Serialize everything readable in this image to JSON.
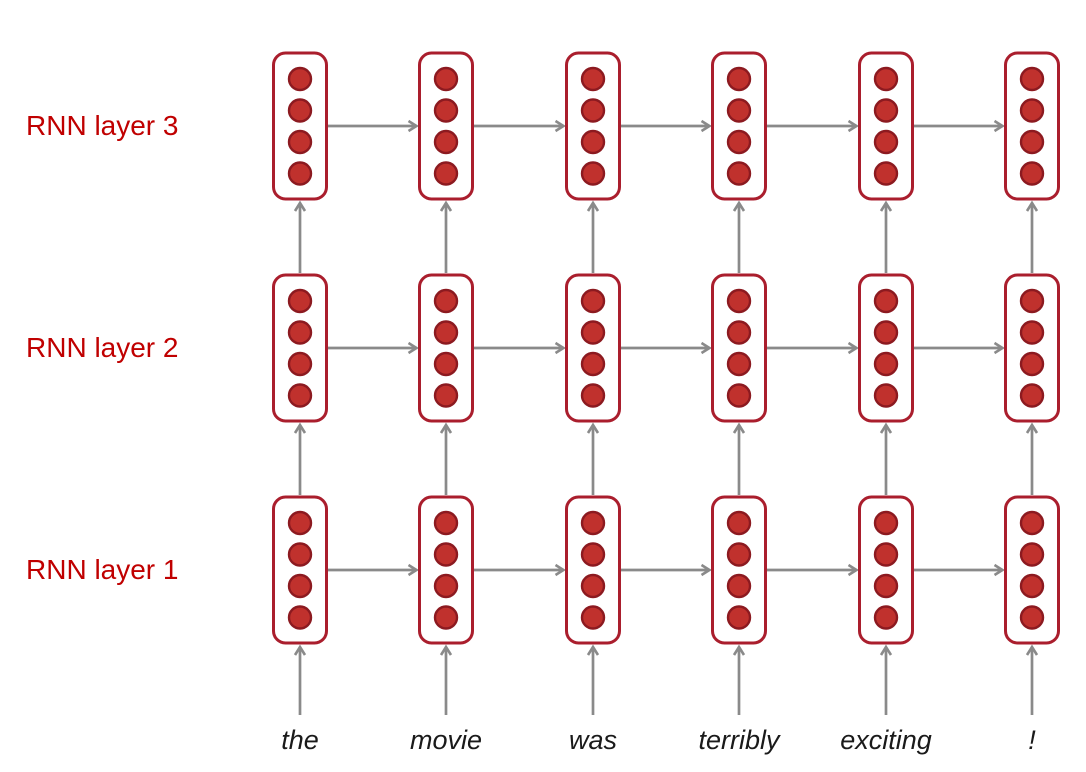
{
  "diagram": {
    "layer_labels": [
      "RNN layer 3",
      "RNN layer 2",
      "RNN layer 1"
    ],
    "input_words": [
      "the",
      "movie",
      "was",
      "terribly",
      "exciting",
      "!"
    ],
    "timesteps": 6,
    "units_per_cell": 4,
    "connections": {
      "recurrent": "left-to-right arrows between adjacent timesteps within each layer",
      "stacking": "upward arrows from each layer into the layer above",
      "inputs": "upward arrows from each input word into RNN layer 1"
    },
    "colors": {
      "background": "#FFFFFF",
      "cell_border": "#AA1E2D",
      "cell_fill": "#FFFFFF",
      "unit_fill": "#C0312D",
      "unit_stroke": "#8C1A20",
      "arrow": "#8A8A8A",
      "layer_label_text": "#C00000",
      "word_text": "#1A1A1A"
    }
  }
}
